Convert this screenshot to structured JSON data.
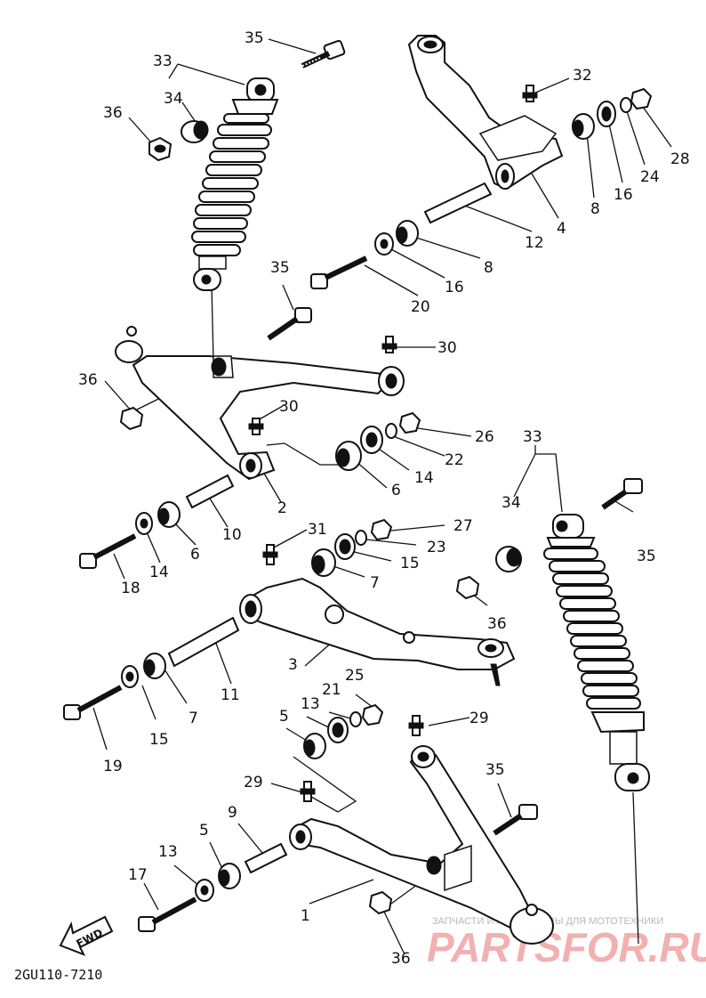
{
  "diagram": {
    "drawing_code": "2GU110-7210",
    "direction_label": "FWD",
    "watermark": {
      "tagline": "ЗАПЧАСТИ И АКСЕССУАРЫ ДЛЯ МОТОТЕХНИКИ",
      "brand": "PARTSFOR.RU"
    },
    "callouts": [
      {
        "id": "c35a",
        "text": "35"
      },
      {
        "id": "c33a",
        "text": "33"
      },
      {
        "id": "c34a",
        "text": "34"
      },
      {
        "id": "c36a",
        "text": "36"
      },
      {
        "id": "c32",
        "text": "32"
      },
      {
        "id": "c28",
        "text": "28"
      },
      {
        "id": "c24",
        "text": "24"
      },
      {
        "id": "c16a",
        "text": "16"
      },
      {
        "id": "c8a",
        "text": "8"
      },
      {
        "id": "c4",
        "text": "4"
      },
      {
        "id": "c12",
        "text": "12"
      },
      {
        "id": "c8b",
        "text": "8"
      },
      {
        "id": "c16b",
        "text": "16"
      },
      {
        "id": "c20",
        "text": "20"
      },
      {
        "id": "c35b",
        "text": "35"
      },
      {
        "id": "c30a",
        "text": "30"
      },
      {
        "id": "c36b",
        "text": "36"
      },
      {
        "id": "c30b",
        "text": "30"
      },
      {
        "id": "c26",
        "text": "26"
      },
      {
        "id": "c22",
        "text": "22"
      },
      {
        "id": "c14a",
        "text": "14"
      },
      {
        "id": "c6a",
        "text": "6"
      },
      {
        "id": "c2",
        "text": "2"
      },
      {
        "id": "c10",
        "text": "10"
      },
      {
        "id": "c6b",
        "text": "6"
      },
      {
        "id": "c14b",
        "text": "14"
      },
      {
        "id": "c18",
        "text": "18"
      },
      {
        "id": "c33b",
        "text": "33"
      },
      {
        "id": "c34b",
        "text": "34"
      },
      {
        "id": "c35c",
        "text": "35"
      },
      {
        "id": "c31",
        "text": "31"
      },
      {
        "id": "c27",
        "text": "27"
      },
      {
        "id": "c23",
        "text": "23"
      },
      {
        "id": "c15a",
        "text": "15"
      },
      {
        "id": "c7a",
        "text": "7"
      },
      {
        "id": "c36c",
        "text": "36"
      },
      {
        "id": "c3",
        "text": "3"
      },
      {
        "id": "c11",
        "text": "11"
      },
      {
        "id": "c7b",
        "text": "7"
      },
      {
        "id": "c15b",
        "text": "15"
      },
      {
        "id": "c19",
        "text": "19"
      },
      {
        "id": "c25",
        "text": "25"
      },
      {
        "id": "c21",
        "text": "21"
      },
      {
        "id": "c13a",
        "text": "13"
      },
      {
        "id": "c5a",
        "text": "5"
      },
      {
        "id": "c29a",
        "text": "29"
      },
      {
        "id": "c35d",
        "text": "35"
      },
      {
        "id": "c29b",
        "text": "29"
      },
      {
        "id": "c9",
        "text": "9"
      },
      {
        "id": "c13b",
        "text": "13"
      },
      {
        "id": "c5b",
        "text": "5"
      },
      {
        "id": "c17",
        "text": "17"
      },
      {
        "id": "c1",
        "text": "1"
      },
      {
        "id": "c36d",
        "text": "36"
      }
    ]
  }
}
